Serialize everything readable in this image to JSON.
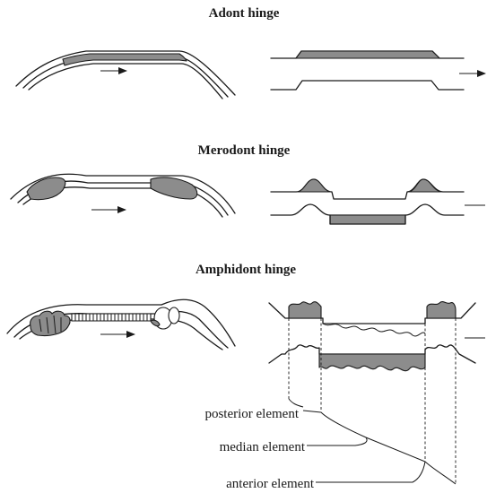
{
  "titles": {
    "adont": "Adont hinge",
    "merodont": "Merodont hinge",
    "amphidont": "Amphidont hinge"
  },
  "labels": {
    "posterior": "posterior element",
    "median": "median element",
    "anterior": "anterior element"
  },
  "colors": {
    "ink": "#1a1a1a",
    "tooth_fill": "#8c8c8c",
    "background": "#ffffff"
  },
  "icons": {
    "arrow": "right-arrow-icon"
  }
}
